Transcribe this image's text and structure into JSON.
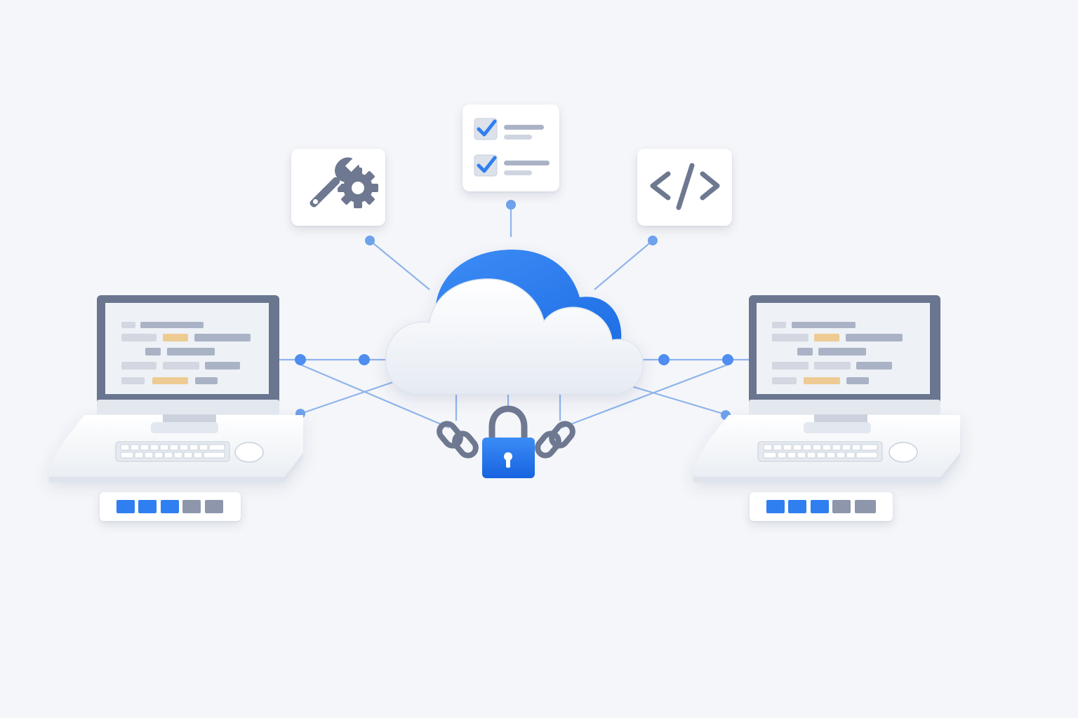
{
  "diagram": {
    "central_node": "cloud",
    "security": "padlock",
    "links": "chain-link",
    "top_cards": [
      "wrench-gear-icon",
      "checklist-icon",
      "code-brackets-icon"
    ],
    "endpoints": [
      "left-workstation",
      "right-workstation"
    ],
    "colors": {
      "background": "#f5f6f9",
      "accent_blue": "#2f7ff0",
      "line_blue": "#8fb4ec",
      "icon_gray": "#6e7890",
      "highlight_tan": "#eecb92"
    }
  }
}
